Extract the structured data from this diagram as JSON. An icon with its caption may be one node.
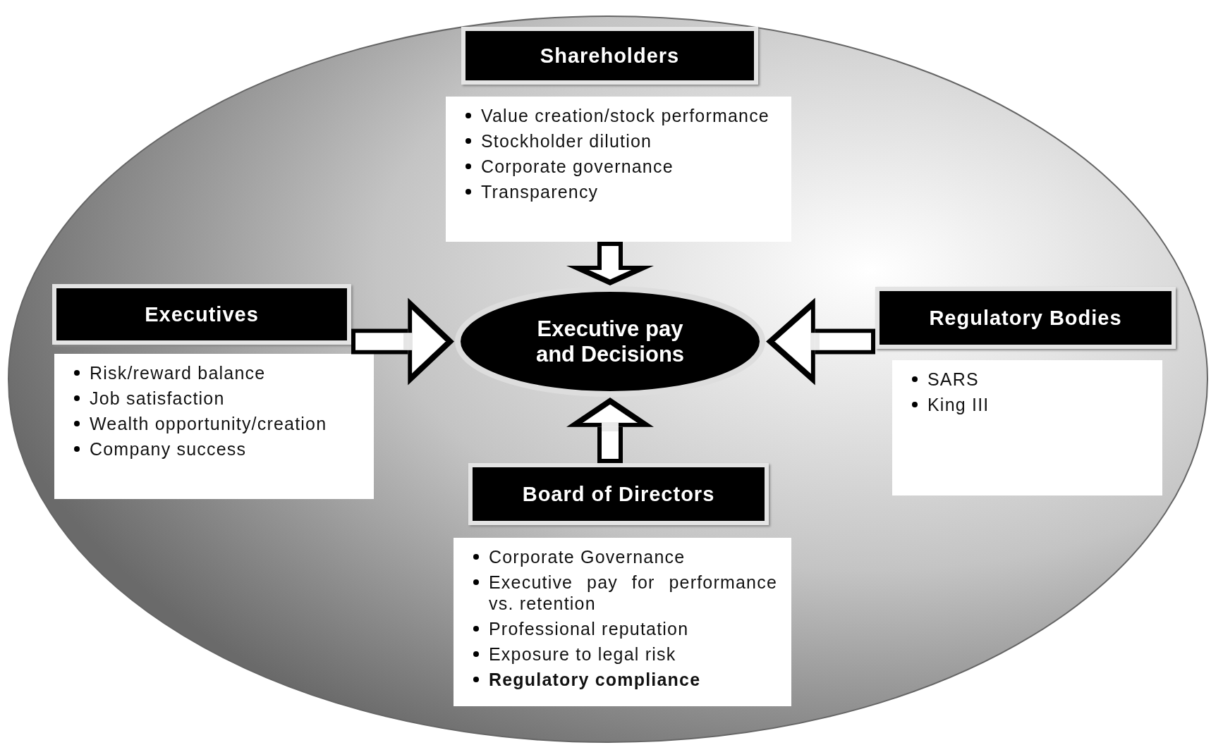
{
  "diagram": {
    "nodes": [
      {
        "text": [
          "Shareholders"
        ]
      },
      {
        "text": [
          "Value creation/stock performance",
          "Stockholder dilution",
          "Corporate governance",
          "Transparency"
        ]
      },
      {
        "text": [
          "Executives"
        ]
      },
      {
        "text": [
          "Risk/reward balance",
          "Job satisfaction",
          "Wealth opportunity/creation",
          "Company success"
        ]
      },
      {
        "text": [
          "Executive pay and Decisions"
        ]
      },
      {
        "text": [
          "Regulatory Bodies"
        ]
      },
      {
        "text": [
          "SARS",
          "King III"
        ]
      },
      {
        "text": [
          "Board of Directors"
        ]
      },
      {
        "text": [
          "Corporate Governance",
          "Executive pay for performance vs. retention",
          "Professional reputation",
          "Exposure to legal risk",
          "**Regulatory compliance**"
        ]
      }
    ],
    "edges": [
      {
        "from": 1,
        "to": 4,
        "arrow": "to"
      },
      {
        "from": 2,
        "to": 4,
        "arrow": "to"
      },
      {
        "from": 5,
        "to": 4,
        "arrow": "to"
      },
      {
        "from": 7,
        "to": 4,
        "arrow": "to"
      }
    ]
  }
}
